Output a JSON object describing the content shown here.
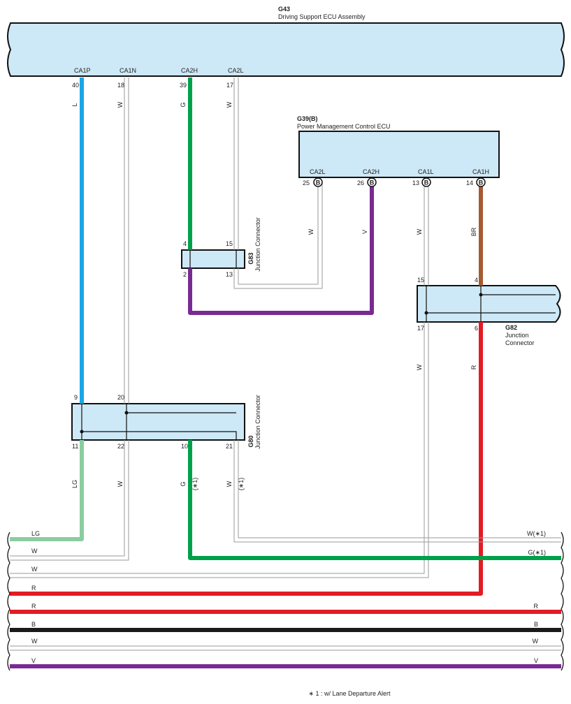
{
  "colors": {
    "L": "#1aa7e6",
    "LG": "#8acd9f",
    "G": "#00a04a",
    "V": "#7a2a93",
    "BR": "#a65a32",
    "R": "#e31b23",
    "B": "#1a1a1a",
    "W": "#9a9a9a",
    "box_fill": "#cde8f6"
  },
  "g43": {
    "id": "G43",
    "name": "Driving Support ECU Assembly",
    "pins": [
      {
        "label": "CA1P",
        "num": "40",
        "wire": "L"
      },
      {
        "label": "CA1N",
        "num": "18",
        "wire": "W"
      },
      {
        "label": "CA2H",
        "num": "39",
        "wire": "G"
      },
      {
        "label": "CA2L",
        "num": "17",
        "wire": "W"
      }
    ]
  },
  "g39": {
    "id": "G39(B)",
    "name": "Power Management Control ECU",
    "pins": [
      {
        "label": "CA2L",
        "num": "25",
        "badge": "B",
        "wire": "W"
      },
      {
        "label": "CA2H",
        "num": "26",
        "badge": "B",
        "wire": "V"
      },
      {
        "label": "CA1L",
        "num": "13",
        "badge": "B",
        "wire": "W"
      },
      {
        "label": "CA1H",
        "num": "14",
        "badge": "B",
        "wire": "BR"
      }
    ]
  },
  "g83": {
    "id": "G83",
    "name": "Junction Connector",
    "pins": [
      "4",
      "15",
      "2",
      "13"
    ]
  },
  "g82": {
    "id": "G82",
    "name_line1": "Junction",
    "name_line2": "Connector",
    "pins": [
      "15",
      "4",
      "17",
      "6"
    ],
    "wires": [
      "W",
      "R"
    ]
  },
  "g80": {
    "id": "G80",
    "name": "Junction Connector",
    "pins": [
      "9",
      "20",
      "11",
      "22",
      "10",
      "21"
    ],
    "wires": [
      "LG",
      "W",
      "G",
      "W"
    ],
    "notes": [
      "(∗1)",
      "(∗1)"
    ]
  },
  "bundle": {
    "left": [
      "LG",
      "W",
      "W",
      "R",
      "R",
      "B",
      "W",
      "V"
    ],
    "right": [
      "W(∗1)",
      "G(∗1)",
      "R",
      "B",
      "W",
      "V"
    ]
  },
  "footnote": "∗ 1 : w/ Lane Departure Alert"
}
